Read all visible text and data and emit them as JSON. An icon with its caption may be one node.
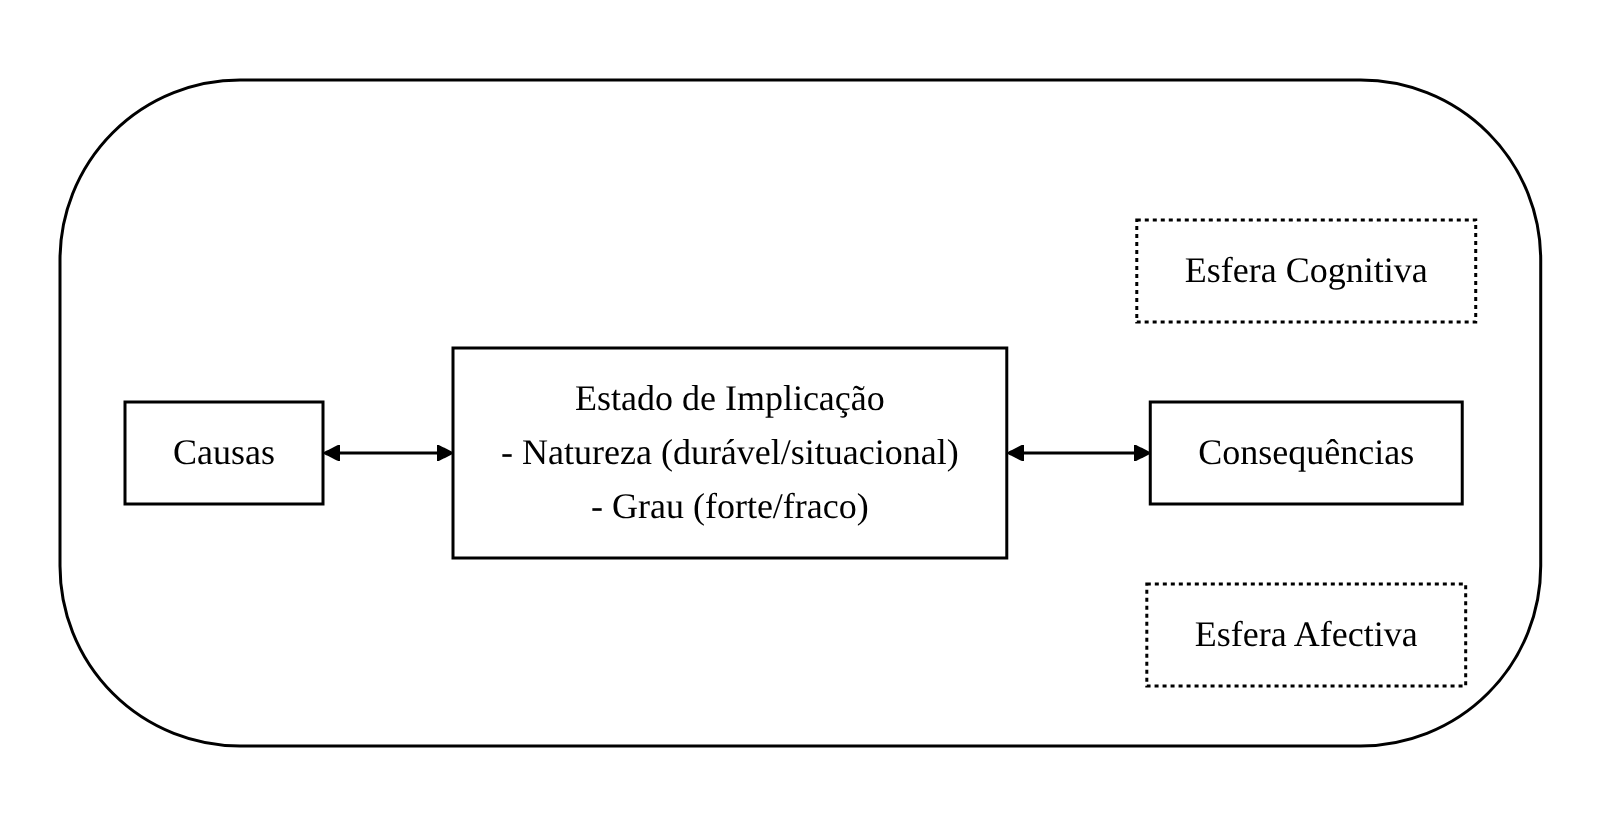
{
  "diagram": {
    "nodes": [
      {
        "text": [],
        "shape": "ellipse"
      },
      {
        "text": [
          "Esfera Cognitiva"
        ],
        "in": 0
      },
      {
        "text": [
          "Causas"
        ],
        "in": 0
      },
      {
        "text": [
          "Estado de Implicação",
          "- Natureza (durável/situacional)",
          "- Grau (forte/fraco)"
        ],
        "in": 0
      },
      {
        "text": [
          "Consequências"
        ],
        "in": 0
      },
      {
        "text": [
          "Esfera Afectiva"
        ],
        "in": 0
      }
    ],
    "edges": [
      {
        "from": 2,
        "to": 3,
        "arrow": "both"
      },
      {
        "from": 3,
        "to": 4,
        "arrow": "both"
      }
    ]
  }
}
